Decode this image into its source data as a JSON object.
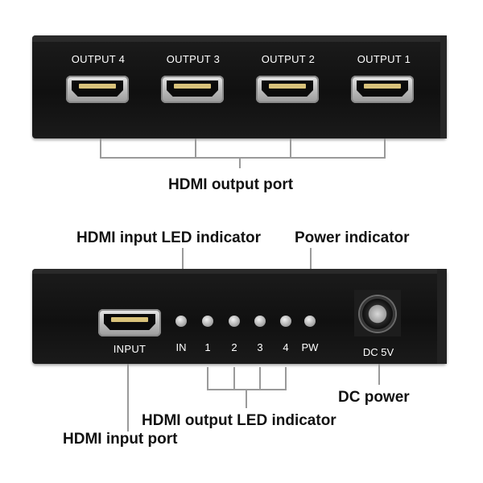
{
  "top_panel": {
    "outputs": [
      "OUTPUT 4",
      "OUTPUT 3",
      "OUTPUT 2",
      "OUTPUT 1"
    ]
  },
  "bottom_panel": {
    "input_label": "INPUT",
    "led_labels": [
      "IN",
      "1",
      "2",
      "3",
      "4",
      "PW"
    ],
    "dc_label": "DC 5V"
  },
  "callouts": {
    "hdmi_output_port": "HDMI output port",
    "hdmi_input_led": "HDMI input LED indicator",
    "power_indicator": "Power indicator",
    "dc_power": "DC power",
    "hdmi_output_led": "HDMI output LED indicator",
    "hdmi_input_port": "HDMI input port"
  },
  "colors": {
    "device_body": "#111111",
    "port_metal": "#bdbdbd",
    "led": "#b0b0b0",
    "callout_text": "#111111",
    "leader_line": "#9a9a9a"
  }
}
